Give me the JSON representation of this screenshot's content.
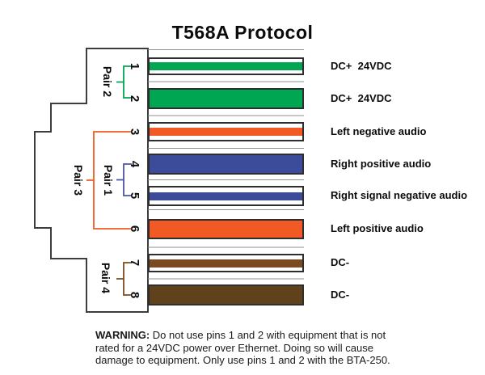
{
  "title": "T568A Protocol",
  "wires": [
    {
      "pin": "1",
      "label": "DC+  24VDC",
      "color": "#00A651",
      "pattern": "striped"
    },
    {
      "pin": "2",
      "label": "DC+  24VDC",
      "color": "#00A651",
      "pattern": "solid"
    },
    {
      "pin": "3",
      "label": "Left negative audio",
      "color": "#F15A24",
      "pattern": "striped"
    },
    {
      "pin": "4",
      "label": "Right positive audio",
      "color": "#3D4B9B",
      "pattern": "solid"
    },
    {
      "pin": "5",
      "label": "Right signal negative audio",
      "color": "#3D4B9B",
      "pattern": "striped"
    },
    {
      "pin": "6",
      "label": "Left positive audio",
      "color": "#F15A24",
      "pattern": "solid"
    },
    {
      "pin": "7",
      "label": "DC-",
      "color": "#7B4A21",
      "pattern": "striped"
    },
    {
      "pin": "8",
      "label": "DC-",
      "color": "#5F421C",
      "pattern": "solid"
    }
  ],
  "pairs": {
    "pair2": {
      "label": "Pair 2",
      "color": "#00A651",
      "connects_pins": "1-2"
    },
    "pair3": {
      "label": "Pair 3",
      "color": "#F15A24",
      "connects_pins": "3-6"
    },
    "pair1": {
      "label": "Pair 1",
      "color": "#4A55A5",
      "connects_pins": "4-5"
    },
    "pair4": {
      "label": "Pair 4",
      "color": "#7B4A21",
      "connects_pins": "7-8"
    }
  },
  "colors": {
    "outline": "#3D3D3D",
    "separator": "#8F8F8F"
  },
  "warning": {
    "bold": "WARNING:",
    "text": " Do not use pins 1 and 2 with equipment that is not rated for a 24VDC power over Ethernet. Doing so will cause damage to equipment. Only use pins 1 and 2 with the BTA-250."
  }
}
